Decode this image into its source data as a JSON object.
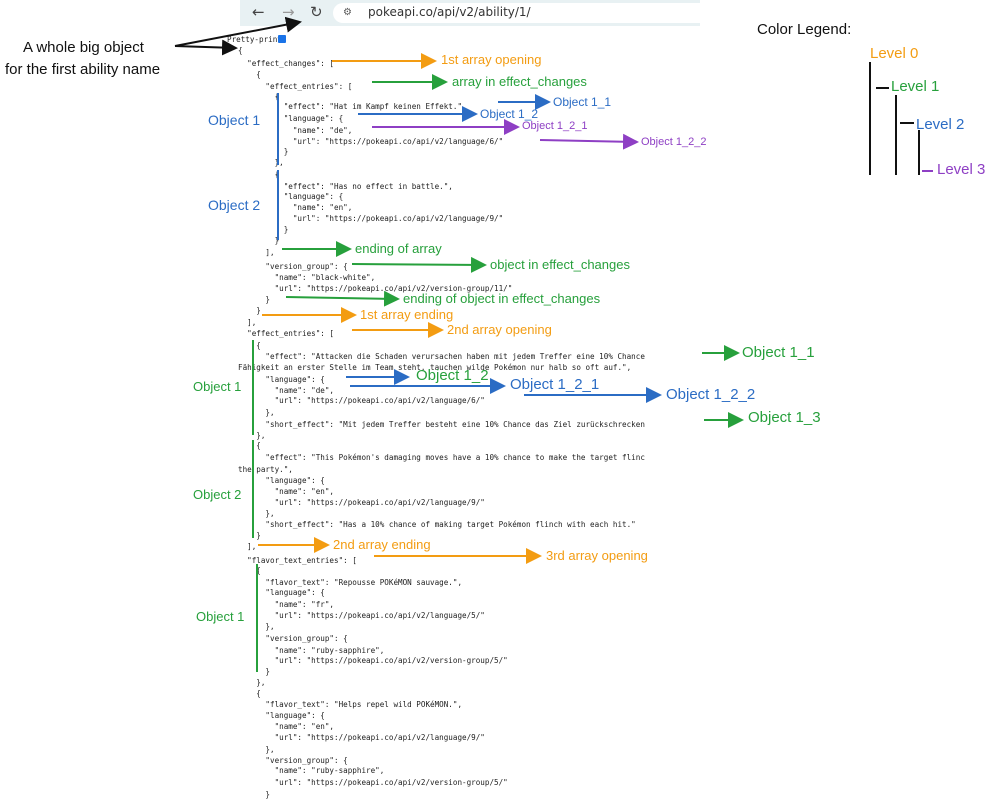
{
  "browser": {
    "back_icon": "arrow-left-icon",
    "forward_icon": "arrow-right-icon",
    "reload_icon": "reload-icon",
    "site_info_icon": "site-settings-icon",
    "url": "pokeapi.co/api/v2/ability/1/"
  },
  "pretty_print_label": "Pretty-print",
  "code_lines": [
    "{",
    "  \"effect_changes\": [",
    "    {",
    "      \"effect_entries\": [",
    "        {",
    "          \"effect\": \"Hat im Kampf keinen Effekt.\",",
    "          \"language\": {",
    "            \"name\": \"de\",",
    "            \"url\": \"https://pokeapi.co/api/v2/language/6/\"",
    "          }",
    "        },",
    "        {",
    "          \"effect\": \"Has no effect in battle.\",",
    "          \"language\": {",
    "            \"name\": \"en\",",
    "            \"url\": \"https://pokeapi.co/api/v2/language/9/\"",
    "          }",
    "        }",
    "      ],",
    "      \"version_group\": {",
    "        \"name\": \"black-white\",",
    "        \"url\": \"https://pokeapi.co/api/v2/version-group/11/\"",
    "      }",
    "    }",
    "  ],",
    "  \"effect_entries\": [",
    "    {",
    "      \"effect\": \"Attacken die Schaden verursachen haben mit jedem Treffer eine 10% Chance",
    "Fähigkeit an erster Stelle im Team steht, tauchen wilde Pokémon nur halb so oft auf.\",",
    "      \"language\": {",
    "        \"name\": \"de\",",
    "        \"url\": \"https://pokeapi.co/api/v2/language/6/\"",
    "      },",
    "      \"short_effect\": \"Mit jedem Treffer besteht eine 10% Chance das Ziel zurückschrecken",
    "    },",
    "    {",
    "      \"effect\": \"This Pokémon's damaging moves have a 10% chance to make the target flinc",
    "the party.\",",
    "      \"language\": {",
    "        \"name\": \"en\",",
    "        \"url\": \"https://pokeapi.co/api/v2/language/9/\"",
    "      },",
    "      \"short_effect\": \"Has a 10% chance of making target Pokémon flinch with each hit.\"",
    "    }",
    "  ],",
    "  \"flavor_text_entries\": [",
    "    {",
    "      \"flavor_text\": \"Repousse POKéMON sauvage.\",",
    "      \"language\": {",
    "        \"name\": \"fr\",",
    "        \"url\": \"https://pokeapi.co/api/v2/language/5/\"",
    "      },",
    "      \"version_group\": {",
    "        \"name\": \"ruby-sapphire\",",
    "        \"url\": \"https://pokeapi.co/api/v2/version-group/5/\"",
    "      }",
    "    },",
    "    {",
    "      \"flavor_text\": \"Helps repel wild POKéMON.\",",
    "      \"language\": {",
    "        \"name\": \"en\",",
    "        \"url\": \"https://pokeapi.co/api/v2/language/9/\"",
    "      },",
    "      \"version_group\": {",
    "        \"name\": \"ruby-sapphire\",",
    "        \"url\": \"https://pokeapi.co/api/v2/version-group/5/\"",
    "      }",
    "    }"
  ],
  "annotations": {
    "whole_object_line1": "A whole big object",
    "whole_object_line2": "for the first ability name",
    "first_array_opening": "1st array opening",
    "array_in_effect_changes": "array in effect_changes",
    "object_1_1_a": "Object 1_1",
    "object_1_2_a": "Object 1_2",
    "object_1_2_1_a": "Object 1_2_1",
    "object_1_2_2_a": "Object 1_2_2",
    "object_1_a": "Object 1",
    "object_2_a": "Object 2",
    "ending_of_array": "ending of array",
    "object_in_effect_changes": "object in effect_changes",
    "ending_of_object_in_effect_changes": "ending of object in effect_changes",
    "first_array_ending": "1st array ending",
    "second_array_opening": "2nd array opening",
    "object_1_1_b": "Object 1_1",
    "object_1_2_b": "Object 1_2",
    "object_1_2_1_b": "Object 1_2_1",
    "object_1_2_2_b": "Object 1_2_2",
    "object_1_3_b": "Object 1_3",
    "object_1_b": "Object 1",
    "object_2_b": "Object 2",
    "second_array_ending": "2nd array ending",
    "third_array_opening": "3rd array opening",
    "object_1_c": "Object 1"
  },
  "legend": {
    "title": "Color Legend:",
    "level0": "Level 0",
    "level1": "Level 1",
    "level2": "Level 2",
    "level3": "Level 3"
  },
  "colors": {
    "orange": "#f39c12",
    "green": "#27a03c",
    "blue": "#2b6cc4",
    "purple": "#8e3fc4",
    "black": "#111111"
  }
}
